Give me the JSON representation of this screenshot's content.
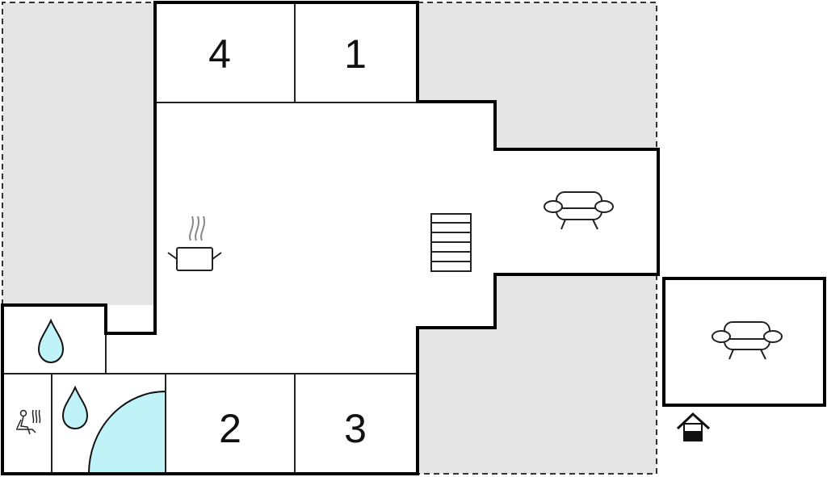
{
  "rooms": {
    "bedroom_4": {
      "label": "4"
    },
    "bedroom_1": {
      "label": "1"
    },
    "bedroom_2": {
      "label": "2"
    },
    "bedroom_3": {
      "label": "3"
    }
  },
  "colors": {
    "wall": "#000000",
    "outdoor_area": "#e5e5e5",
    "water": "#bff3f8",
    "icon_line": "#222222",
    "steam": "#888888"
  },
  "icons": [
    "cooking-pot-icon",
    "staircase-icon",
    "sofa-icon",
    "water-drop-icon",
    "sauna-icon",
    "whirlpool-icon",
    "house-entrance-icon"
  ]
}
